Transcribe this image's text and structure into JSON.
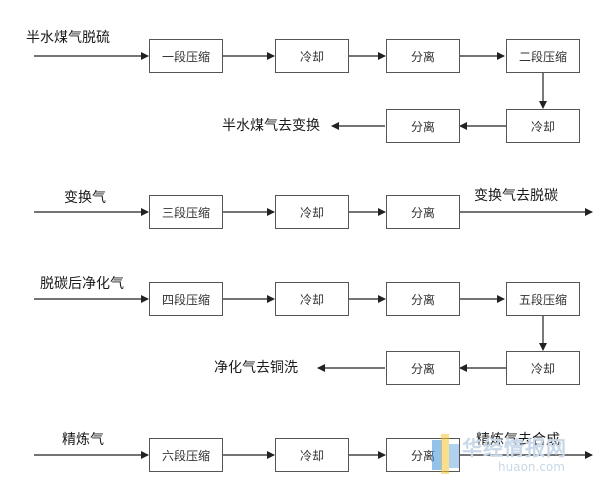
{
  "rows": [
    {
      "input": "半水煤气脱硫",
      "steps": [
        "一段压缩",
        "冷却",
        "分离",
        "二段压缩"
      ],
      "return_steps": [
        "冷却",
        "分离"
      ],
      "output": "半水煤气去变换"
    },
    {
      "input": "变换气",
      "steps": [
        "三段压缩",
        "冷却",
        "分离"
      ],
      "output": "变换气去脱碳"
    },
    {
      "input": "脱碳后净化气",
      "steps": [
        "四段压缩",
        "冷却",
        "分离",
        "五段压缩"
      ],
      "return_steps": [
        "冷却",
        "分离"
      ],
      "output": "净化气去铜洗"
    },
    {
      "input": "精炼气",
      "steps": [
        "六段压缩",
        "冷却",
        "分离"
      ],
      "output": "精炼气去合成"
    }
  ],
  "watermark": {
    "name": "华经情报网",
    "url": "huaon.com"
  },
  "colors": {
    "line": "#222222",
    "box_border": "#555555",
    "watermark": "#c8d8e8",
    "watermark_logo_blue": "#3a8fd8",
    "watermark_logo_yellow": "#f2c230"
  }
}
